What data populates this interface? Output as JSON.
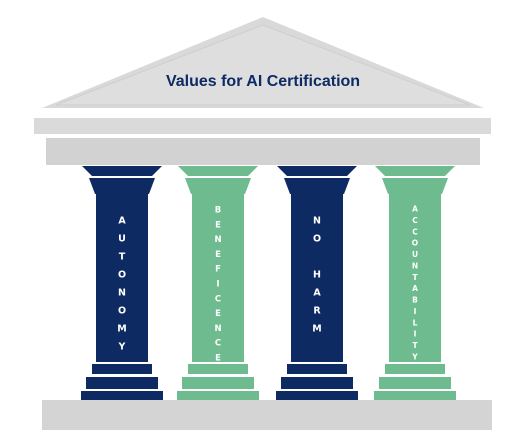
{
  "title": "Values for AI Certification",
  "colors": {
    "roof": "#d9d9d9",
    "roof_edge": "#c8c8c8",
    "title": "#0d2a63",
    "navy": "#0d2a63",
    "green": "#6dbb8e",
    "base": "#d4d4d4"
  },
  "pillars": [
    {
      "label": "AUTONOMY",
      "color": "navy"
    },
    {
      "label": "BENEFICENCE",
      "color": "green"
    },
    {
      "label": "NO HARM",
      "color": "navy"
    },
    {
      "label": "ACCOUNTABILITY",
      "color": "green"
    }
  ]
}
